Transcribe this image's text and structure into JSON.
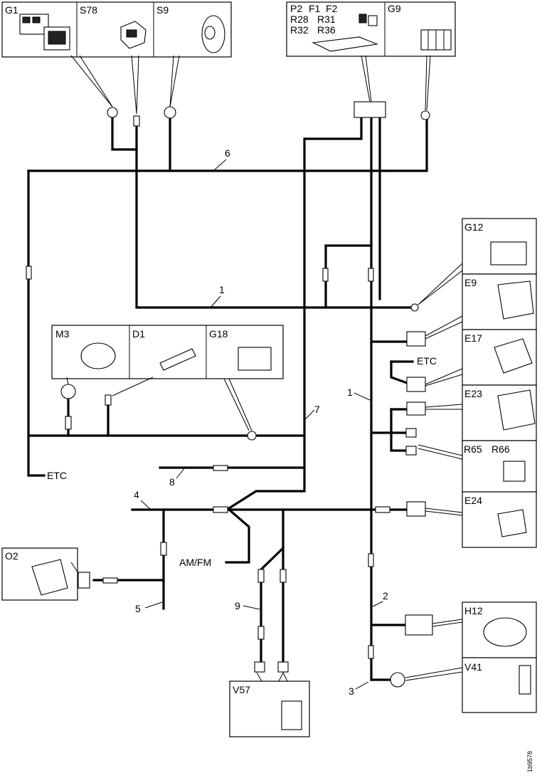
{
  "diagram": {
    "components": {
      "G1": "G1",
      "S78": "S78",
      "S9": "S9",
      "P2": "P2",
      "F1": "F1",
      "F2": "F2",
      "R28": "R28",
      "R31": "R31",
      "R32": "R32",
      "R36": "R36",
      "G9": "G9",
      "G12": "G12",
      "E9": "E9",
      "E17": "E17",
      "E23": "E23",
      "R65": "R65",
      "R66": "R66",
      "E24": "E24",
      "H12": "H12",
      "V41": "V41",
      "V57": "V57",
      "O2": "O2",
      "M3": "M3",
      "D1": "D1",
      "G18": "G18"
    },
    "wire_labels": {
      "w1_top": "1",
      "w1_mid": "1",
      "w2": "2",
      "w3": "3",
      "w4": "4",
      "w5": "5",
      "w6": "6",
      "w7": "7",
      "w8": "8",
      "w9": "9"
    },
    "text_labels": {
      "etc_left": "ETC",
      "etc_right": "ETC",
      "amfm": "AM/FM"
    },
    "reference_code": "1b9578"
  }
}
